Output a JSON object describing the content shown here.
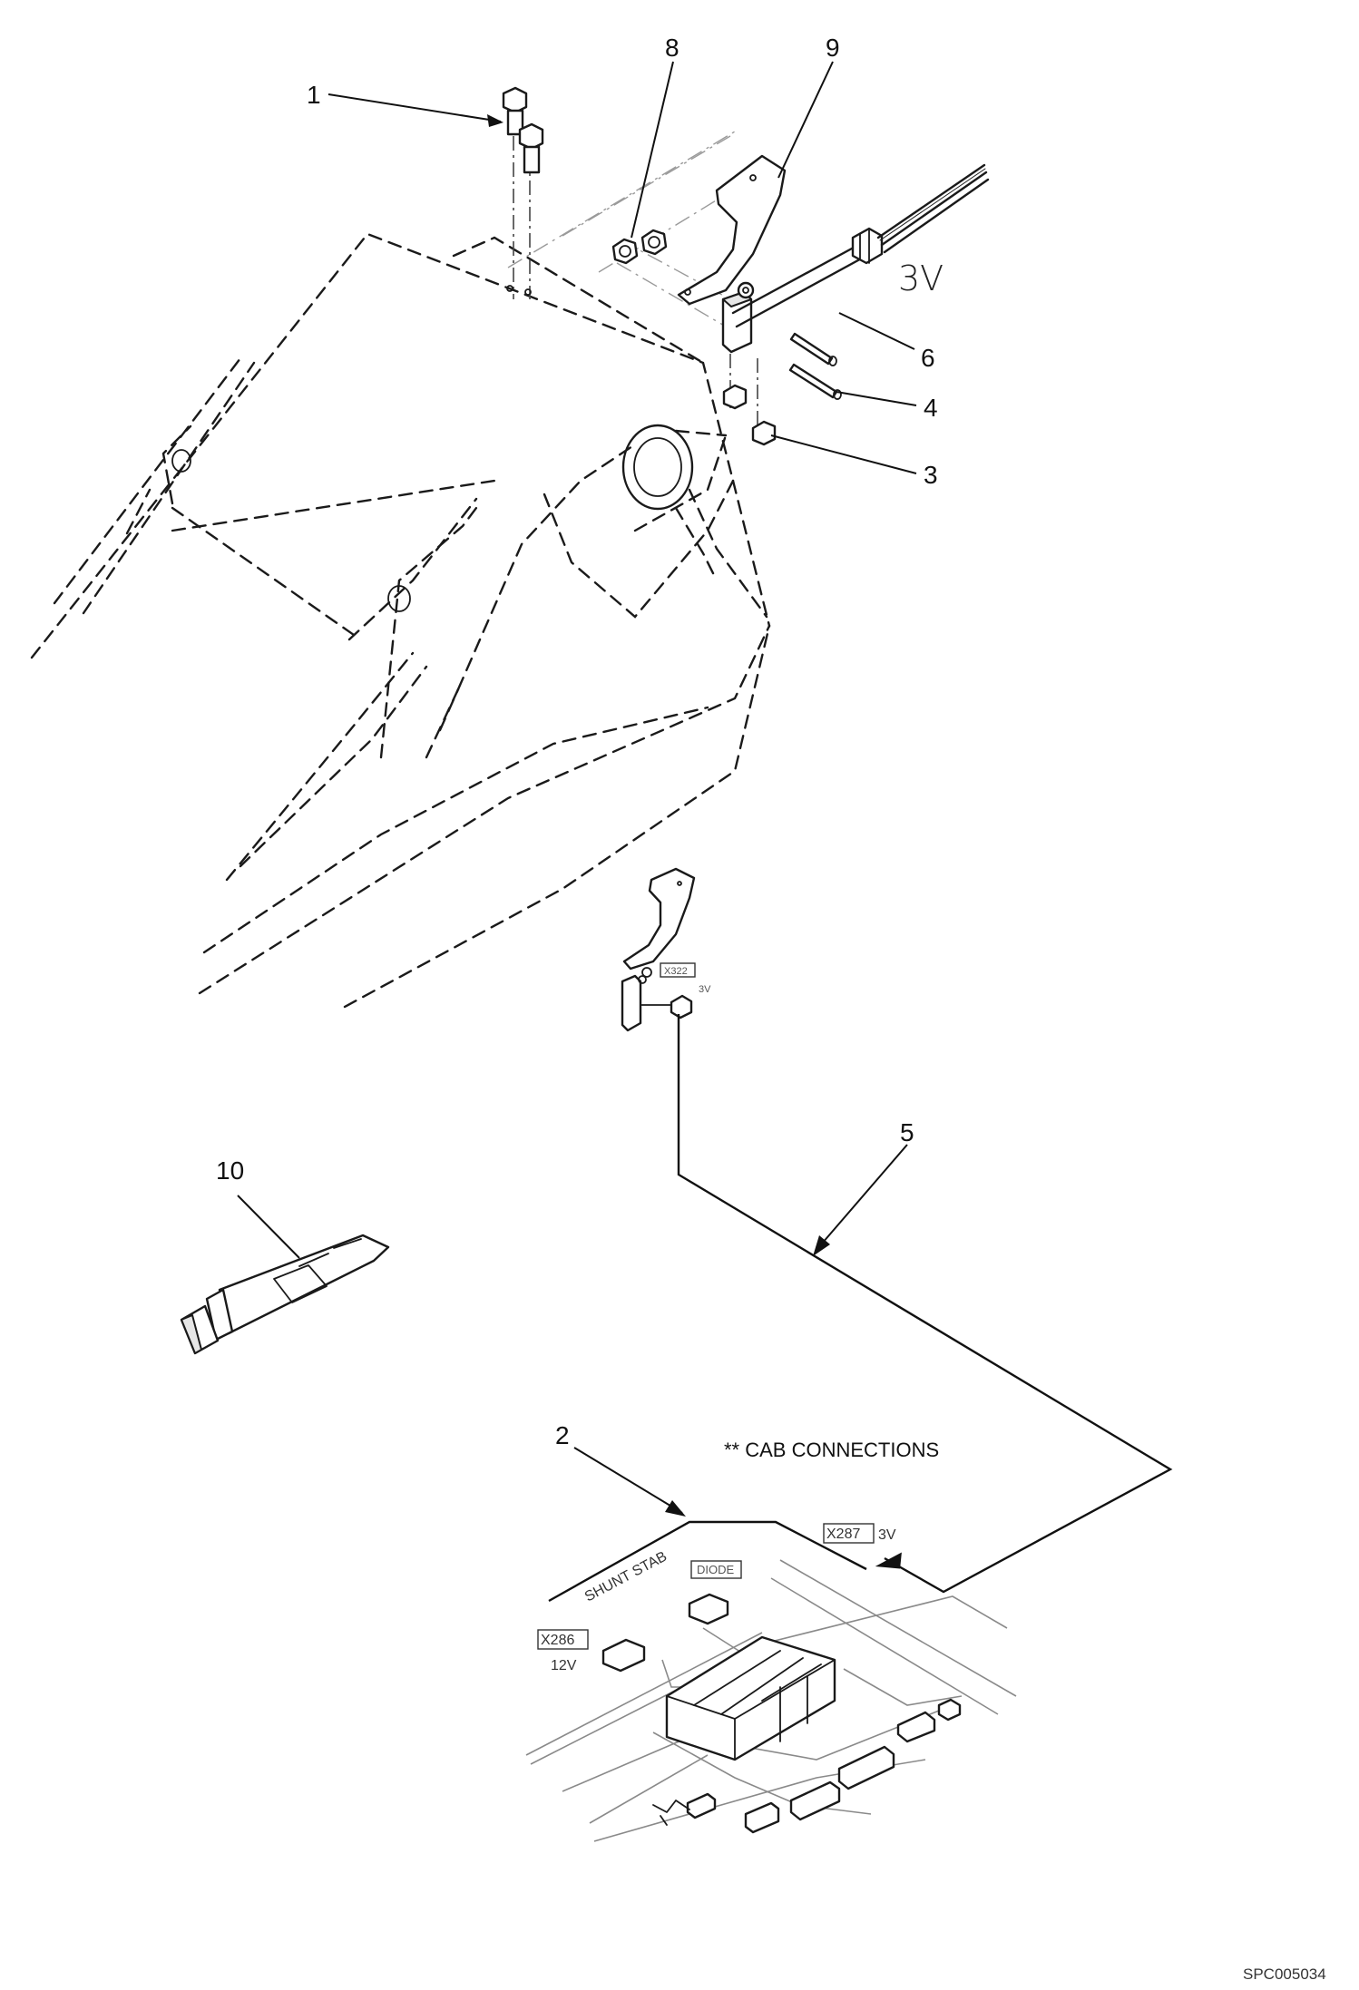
{
  "callouts": {
    "c1": "1",
    "c2": "2",
    "c3": "3",
    "c4": "4",
    "c5": "5",
    "c6": "6",
    "c8": "8",
    "c9": "9",
    "c10": "10"
  },
  "labels": {
    "voltage_top": "3V",
    "cab_connections": "** CAB CONNECTIONS",
    "shunt_stab": "SHUNT STAB",
    "diode": "DIODE",
    "x286": "X286",
    "x286_voltage": "12V",
    "x287": "X287",
    "x287_voltage": "3V",
    "x322": "X322",
    "x322_voltage": "3V"
  },
  "drawing_id": "SPC005034"
}
